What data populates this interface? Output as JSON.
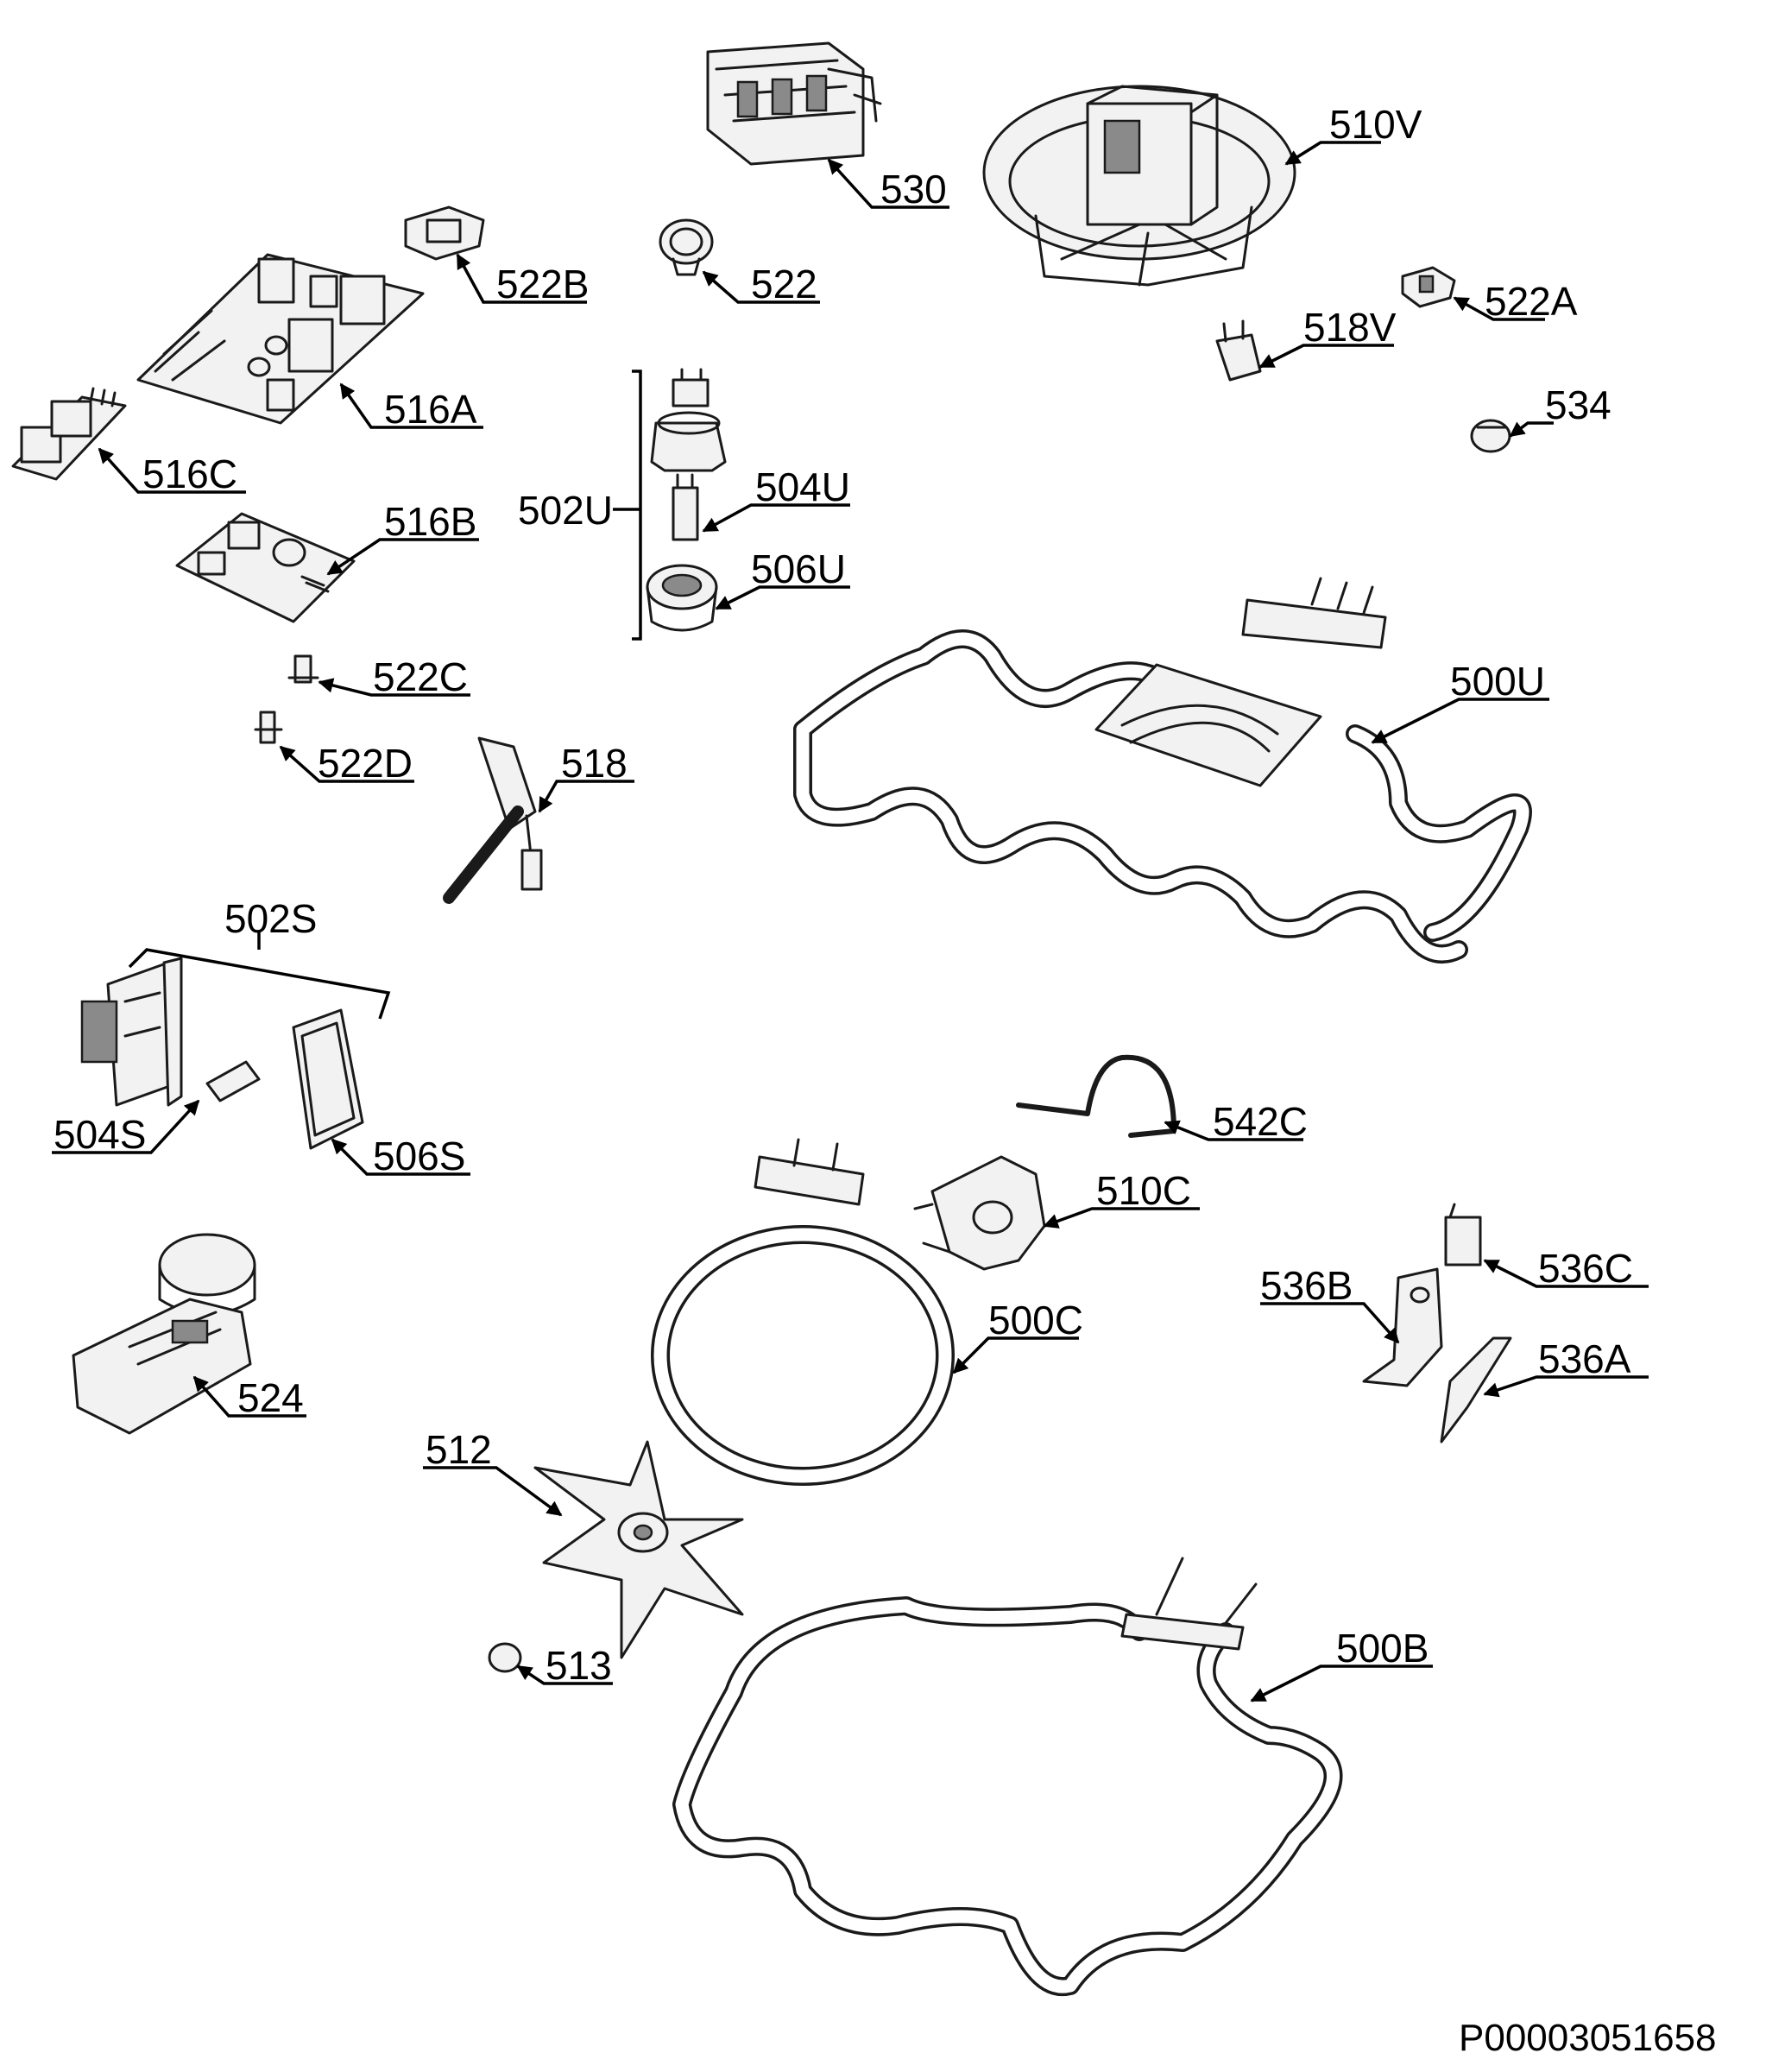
{
  "diagram": {
    "labels": {
      "l530": "530",
      "l510V": "510V",
      "l522B": "522B",
      "l522": "522",
      "l522A": "522A",
      "l518V": "518V",
      "l516A": "516A",
      "l534": "534",
      "l516C": "516C",
      "l502U": "502U",
      "l504U": "504U",
      "l516B": "516B",
      "l506U": "506U",
      "l500U": "500U",
      "l522C": "522C",
      "l522D": "522D",
      "l518": "518",
      "l502S": "502S",
      "l504S": "504S",
      "l506S": "506S",
      "l542C": "542C",
      "l510C": "510C",
      "l536C": "536C",
      "l536B": "536B",
      "l500C": "500C",
      "l536A": "536A",
      "l524": "524",
      "l512": "512",
      "l500B": "500B",
      "l513": "513"
    },
    "drawing_code": "P00003051658"
  }
}
